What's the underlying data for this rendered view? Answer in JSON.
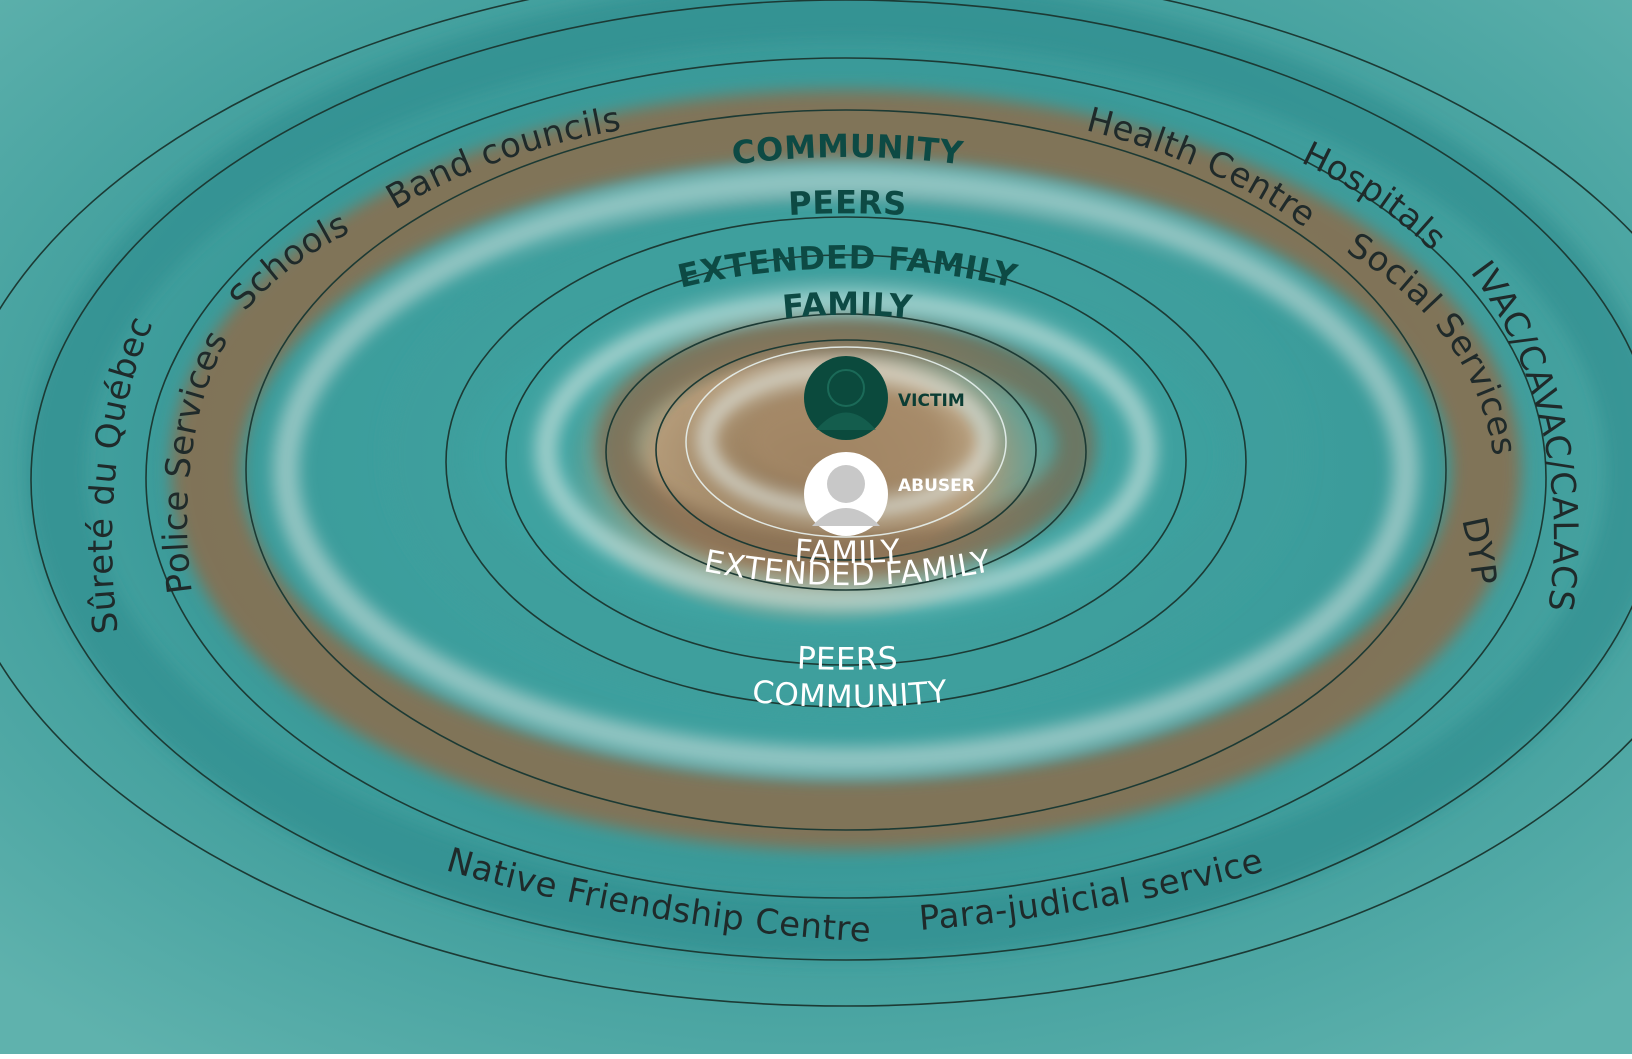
{
  "rings_upper": [
    "COMMUNITY",
    "PEERS",
    "EXTENDED FAMILY",
    "FAMILY"
  ],
  "rings_lower": [
    "FAMILY",
    "EXTENDED FAMILY",
    "PEERS",
    "COMMUNITY"
  ],
  "persons": {
    "victim": {
      "label": "VICTIM",
      "icon": "person-icon",
      "color": "#0b4a3d"
    },
    "abuser": {
      "label": "ABUSER",
      "icon": "person-icon",
      "color": "#ffffff"
    }
  },
  "services": {
    "surete": "Sûreté du Québec",
    "police": "Police Services",
    "schools": "Schools",
    "band_councils": "Band councils",
    "health_centre": "Health Centre",
    "hospitals": "Hospitals",
    "social_services": "Social Services",
    "ivac": "IVAC/CAVAC/CALACS",
    "dyp": "DYP",
    "native_friendship": "Native Friendship Centres",
    "para_judicial": "Para-judicial services"
  },
  "colors": {
    "water": "#3a9c9c",
    "ripple_brown": "#7a6048",
    "line": "#1c3a34"
  }
}
